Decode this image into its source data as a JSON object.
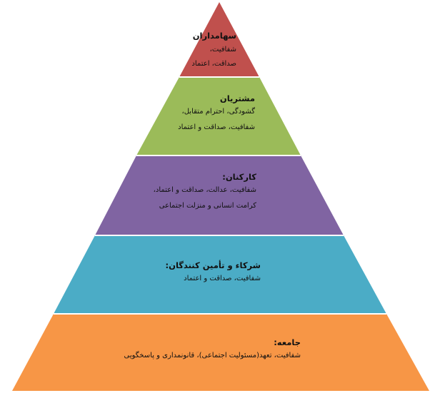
{
  "pyramid": {
    "tiers": [
      {
        "title": "سهامداران",
        "lines": [
          "شفافیت،",
          "صداقت، اعتماد"
        ],
        "color": "#c0504d"
      },
      {
        "title": "مشتریان",
        "lines": [
          "گشودگی، احترام متقابل،",
          "شفافیت، صداقت و اعتماد"
        ],
        "color": "#9bbb59"
      },
      {
        "title": "کارکنان:",
        "lines": [
          "شفافیت، عدالت، صداقت و اعتماد،",
          "کرامت انسانی و منزلت اجتماعی"
        ],
        "color": "#8064a2"
      },
      {
        "title": "شرکاء و تأمین کنندگان:",
        "lines": [
          "شفافیت، صداقت و اعتماد"
        ],
        "color": "#4bacc6"
      },
      {
        "title": "جامعه:",
        "lines": [
          "شفافیت، تعهد(مسئولیت اجتماعی)، قانونمداری و پاسخگویی"
        ],
        "color": "#f79646"
      }
    ]
  }
}
